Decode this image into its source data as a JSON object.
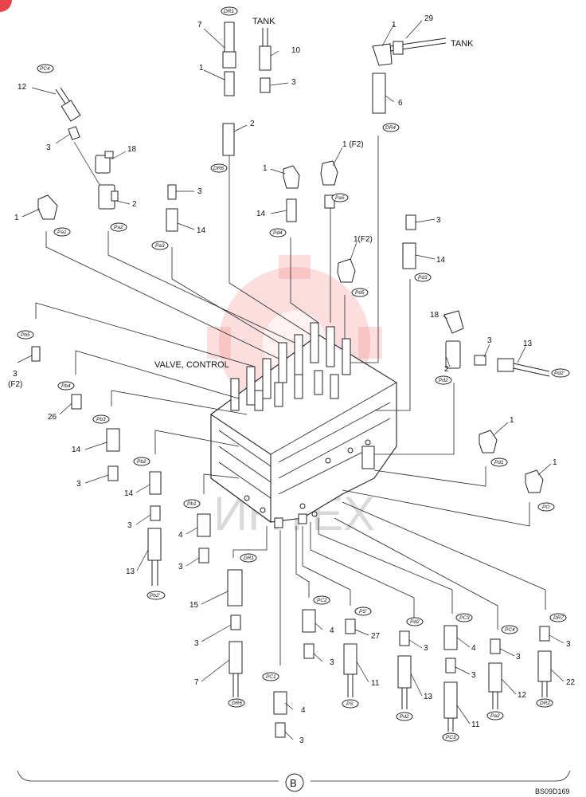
{
  "title_label": "VALVE, CONTROL",
  "section_letter": "B",
  "drawing_code": "BS09D169",
  "watermark_text": "ИНТЕХ",
  "accent_color": "#e8454a",
  "tank_label": "TANK",
  "callouts": [
    {
      "id": "c-7-top",
      "text": "7"
    },
    {
      "id": "c-1-top",
      "text": "1"
    },
    {
      "id": "c-10",
      "text": "10"
    },
    {
      "id": "c-3-top",
      "text": "3"
    },
    {
      "id": "c-2-top",
      "text": "2"
    },
    {
      "id": "c-1-tr",
      "text": "1"
    },
    {
      "id": "c-29",
      "text": "29"
    },
    {
      "id": "c-6",
      "text": "6"
    },
    {
      "id": "c-12-tl",
      "text": "12"
    },
    {
      "id": "c-3-tl",
      "text": "3"
    },
    {
      "id": "c-18-tl",
      "text": "18"
    },
    {
      "id": "c-2-tl",
      "text": "2"
    },
    {
      "id": "c-1-left",
      "text": "1"
    },
    {
      "id": "c-3-pa3",
      "text": "3"
    },
    {
      "id": "c-14-pa3",
      "text": "14"
    },
    {
      "id": "c-1-pd4",
      "text": "1"
    },
    {
      "id": "c-14-pd4",
      "text": "14"
    },
    {
      "id": "c-1f2-a",
      "text": "1 (F2)"
    },
    {
      "id": "c-1f2-b",
      "text": "1(F2)"
    },
    {
      "id": "c-3-pd3",
      "text": "3"
    },
    {
      "id": "c-14-pd3",
      "text": "14"
    },
    {
      "id": "c-18-r",
      "text": "18"
    },
    {
      "id": "c-3-r",
      "text": "3"
    },
    {
      "id": "c-13-r",
      "text": "13"
    },
    {
      "id": "c-2-r",
      "text": "2"
    },
    {
      "id": "c-1-pd1",
      "text": "1"
    },
    {
      "id": "c-1-po",
      "text": "1"
    },
    {
      "id": "c-3-pb5",
      "text": "3"
    },
    {
      "id": "c-f2-pb5",
      "text": "(F2)"
    },
    {
      "id": "c-26",
      "text": "26"
    },
    {
      "id": "c-14-pb3",
      "text": "14"
    },
    {
      "id": "c-3-pb3",
      "text": "3"
    },
    {
      "id": "c-14-pb2",
      "text": "14"
    },
    {
      "id": "c-3-pb2",
      "text": "3"
    },
    {
      "id": "c-13-pb2",
      "text": "13"
    },
    {
      "id": "c-4-pb1",
      "text": "4"
    },
    {
      "id": "c-3-pb1",
      "text": "3"
    },
    {
      "id": "c-15",
      "text": "15"
    },
    {
      "id": "c-3-dr1",
      "text": "3"
    },
    {
      "id": "c-7-dr6",
      "text": "7"
    },
    {
      "id": "c-4-pc1",
      "text": "4"
    },
    {
      "id": "c-3-pc1",
      "text": "3"
    },
    {
      "id": "c-4-pc2",
      "text": "4"
    },
    {
      "id": "c-3-pc2",
      "text": "3"
    },
    {
      "id": "c-27",
      "text": "27"
    },
    {
      "id": "c-11-ps",
      "text": "11"
    },
    {
      "id": "c-3-pd2",
      "text": "3"
    },
    {
      "id": "c-13-pd2",
      "text": "13"
    },
    {
      "id": "c-4-pc3",
      "text": "4"
    },
    {
      "id": "c-3-pc3",
      "text": "3"
    },
    {
      "id": "c-11-pc3",
      "text": "11"
    },
    {
      "id": "c-3-pc4",
      "text": "3"
    },
    {
      "id": "c-12-pc4",
      "text": "12"
    },
    {
      "id": "c-3-dr7",
      "text": "3"
    },
    {
      "id": "c-22",
      "text": "22"
    }
  ],
  "port_tags": [
    {
      "id": "t-dr1-top",
      "text": "DR1"
    },
    {
      "id": "t-pc4-top",
      "text": "PC4"
    },
    {
      "id": "t-dr4",
      "text": "DR4"
    },
    {
      "id": "t-dr6-top",
      "text": "DR6"
    },
    {
      "id": "t-pa5",
      "text": "Pa5"
    },
    {
      "id": "t-pa1",
      "text": "Pa1"
    },
    {
      "id": "t-pa2-top",
      "text": "Pa2"
    },
    {
      "id": "t-pa3",
      "text": "Pa3"
    },
    {
      "id": "t-pd4",
      "text": "Pd4"
    },
    {
      "id": "t-pd3",
      "text": "Pd3"
    },
    {
      "id": "t-pd5",
      "text": "Pd5"
    },
    {
      "id": "t-pd2-mid",
      "text": "Pd2"
    },
    {
      "id": "t-pd2-r",
      "text": "Pd2'"
    },
    {
      "id": "t-pd1",
      "text": "Pd1"
    },
    {
      "id": "t-po",
      "text": "PO"
    },
    {
      "id": "t-pb5",
      "text": "Pb5"
    },
    {
      "id": "t-pb4",
      "text": "Pb4"
    },
    {
      "id": "t-pb3",
      "text": "Pb3"
    },
    {
      "id": "t-pb2",
      "text": "Pb2"
    },
    {
      "id": "t-pb1",
      "text": "Pb1"
    },
    {
      "id": "t-pb2-low",
      "text": "Pb2'"
    },
    {
      "id": "t-dr1-low",
      "text": "DR1"
    },
    {
      "id": "t-dr6-low",
      "text": "DR6"
    },
    {
      "id": "t-pc1",
      "text": "PC1"
    },
    {
      "id": "t-pc2",
      "text": "PC2"
    },
    {
      "id": "t-ps-up",
      "text": "PS'"
    },
    {
      "id": "t-ps",
      "text": "PS"
    },
    {
      "id": "t-pd2-a",
      "text": "Pd2"
    },
    {
      "id": "t-pd2-b",
      "text": "Pd2"
    },
    {
      "id": "t-pc3-up",
      "text": "PC3"
    },
    {
      "id": "t-pc3-low",
      "text": "PC3"
    },
    {
      "id": "t-pc4-low",
      "text": "PC4"
    },
    {
      "id": "t-pa2-low",
      "text": "Pa2"
    },
    {
      "id": "t-dr7",
      "text": "DR7"
    },
    {
      "id": "t-dr2",
      "text": "DR2"
    }
  ]
}
